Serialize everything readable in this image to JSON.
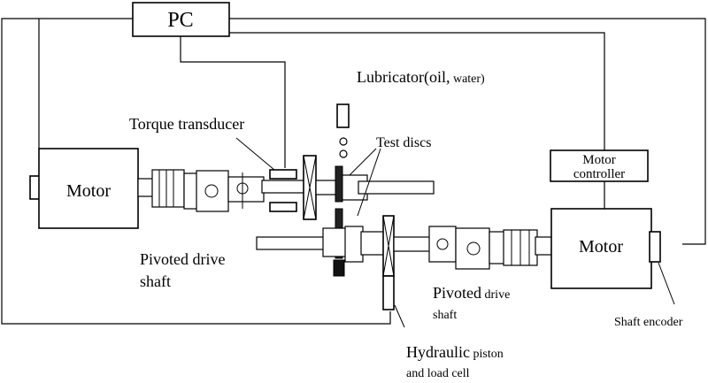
{
  "labels": {
    "pc": "PC",
    "lubricator_main": "Lubricator(oil,",
    "lubricator_sub": " water)",
    "torque_transducer": "Torque transducer",
    "test_discs": "Test discs",
    "motor_left": "Motor",
    "motor_right": "Motor",
    "motor_controller_1": "Motor",
    "motor_controller_2": "controller",
    "pivoted_left_1": "Pivoted drive",
    "pivoted_left_2": "shaft",
    "pivoted_right_1a": "Pivoted",
    "pivoted_right_1b": " drive",
    "pivoted_right_2": "shaft",
    "shaft_encoder": "Shaft encoder",
    "hydraulic_1a": "Hydraulic",
    "hydraulic_1b": " piston",
    "hydraulic_2": "and load cell"
  }
}
